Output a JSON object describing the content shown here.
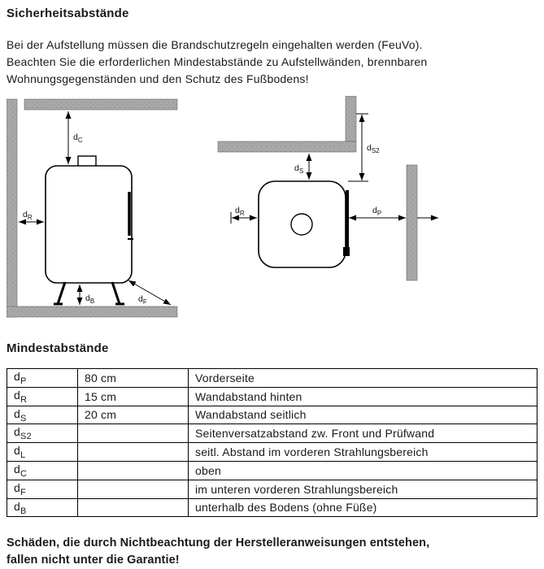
{
  "page": {
    "title": "Sicherheitsabstände",
    "intro_lines": [
      "Bei der Aufstellung müssen die Brandschutzregeln eingehalten werden (FeuVo).",
      "Beachten Sie die erforderlichen Mindestabstände zu Aufstellwänden, brennbaren",
      "Wohnungsgegenständen und den Schutz des Fußbodens!"
    ],
    "section_title": "Mindestabstände",
    "warning_lines": [
      "Schäden, die durch Nichtbeachtung der Herstelleranweisungen entstehen,",
      "fallen nicht unter die Garantie!"
    ]
  },
  "diagrams": {
    "colors": {
      "wall": "#a8a8a8",
      "wall_dot": "#8d8d8d",
      "line": "#000000"
    },
    "front_view": {
      "labels": {
        "dC": {
          "base": "d",
          "sub": "C"
        },
        "dR": {
          "base": "d",
          "sub": "R"
        },
        "dB": {
          "base": "d",
          "sub": "B"
        },
        "dF": {
          "base": "d",
          "sub": "F"
        }
      }
    },
    "top_view": {
      "labels": {
        "dS": {
          "base": "d",
          "sub": "S"
        },
        "dS2": {
          "base": "d",
          "sub": "S2"
        },
        "dR": {
          "base": "d",
          "sub": "R"
        },
        "dP": {
          "base": "d",
          "sub": "P"
        }
      }
    }
  },
  "table": {
    "rows": [
      {
        "base": "d",
        "sub": "P",
        "value": "80 cm",
        "desc": "Vorderseite"
      },
      {
        "base": "d",
        "sub": "R",
        "value": "15 cm",
        "desc": "Wandabstand hinten"
      },
      {
        "base": "d",
        "sub": "S",
        "value": "20 cm",
        "desc": "Wandabstand seitlich"
      },
      {
        "base": "d",
        "sub": "S2",
        "value": "",
        "desc": "Seitenversatzabstand zw. Front und Prüfwand"
      },
      {
        "base": "d",
        "sub": "L",
        "value": "",
        "desc": "seitl. Abstand im vorderen Strahlungsbereich"
      },
      {
        "base": "d",
        "sub": "C",
        "value": "",
        "desc": "oben"
      },
      {
        "base": "d",
        "sub": "F",
        "value": "",
        "desc": "im unteren vorderen Strahlungsbereich"
      },
      {
        "base": "d",
        "sub": "B",
        "value": "",
        "desc": "unterhalb des Bodens (ohne Füße)"
      }
    ]
  }
}
